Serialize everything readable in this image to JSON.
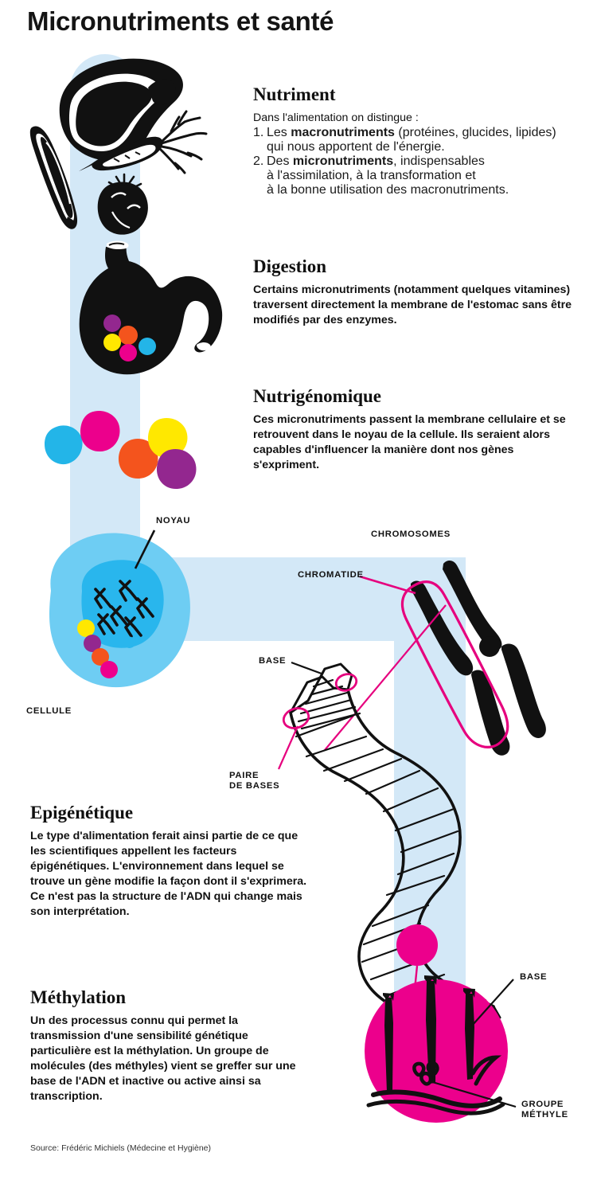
{
  "title": "Micronutriments et santé",
  "source": "Source: Frédéric Michiels (Médecine et Hygiène)",
  "colors": {
    "band_blue": "#d3e8f7",
    "cell_blue": "#6ecdf3",
    "nucleus_blue": "#29b6ed",
    "magenta": "#e6007e",
    "pink_dot": "#ec008c",
    "yellow": "#ffe800",
    "orange": "#f4541d",
    "purple": "#93278f",
    "cyan": "#23b5e8",
    "ink": "#111111"
  },
  "sections": [
    {
      "id": "nutriment",
      "heading": "Nutriment",
      "intro": "Dans l'alimentation on distingue :",
      "items": [
        {
          "num": "1.",
          "pre": "Les ",
          "strong": "macronutriments",
          "post": " (protéines, glucides, lipides)",
          "cont": "qui nous apportent de l'énergie."
        },
        {
          "num": "2.",
          "pre": "Des ",
          "strong": "micronutriments",
          "post": ", indispensables",
          "cont": "à l'assimilation, à la transformation et\nà la bonne utilisation des macronutriments."
        }
      ]
    },
    {
      "id": "digestion",
      "heading": "Digestion",
      "body": "Certains micronutriments (notamment quelques vitamines) traversent directement la membrane de l'estomac sans être modifiés par des enzymes."
    },
    {
      "id": "nutrigenomique",
      "heading": "Nutrigénomique",
      "body": "Ces micronutriments passent la membrane cellulaire et se retrouvent dans le noyau de la cellule. Ils seraient alors capables d'influencer la manière dont nos gènes s'expriment."
    },
    {
      "id": "epigenetique",
      "heading": "Epigénétique",
      "body": "Le type d'alimentation ferait ainsi partie de ce que les scientifiques appellent les facteurs épigénétiques. L'environnement dans lequel se trouve un gène modifie la façon dont il s'exprimera. Ce n'est pas la structure de l'ADN qui change mais son interprétation."
    },
    {
      "id": "methylation",
      "heading": "Méthylation",
      "body": "Un des processus connu qui permet la transmission d'une sensibilité génétique particulière est la méthylation. Un groupe de molécules (des méthyles) vient se greffer sur une base de l'ADN et inactive ou active ainsi sa transcription."
    }
  ],
  "callouts": {
    "noyau": "NOYAU",
    "cellule": "CELLULE",
    "chromosomes": "CHROMOSOMES",
    "chromatide": "CHROMATIDE",
    "base_dna": "BASE",
    "paire_de_bases": "PAIRE\nDE BASES",
    "base_methylation": "BASE",
    "groupe_methyle": "GROUPE\nMÉTHYLE"
  }
}
